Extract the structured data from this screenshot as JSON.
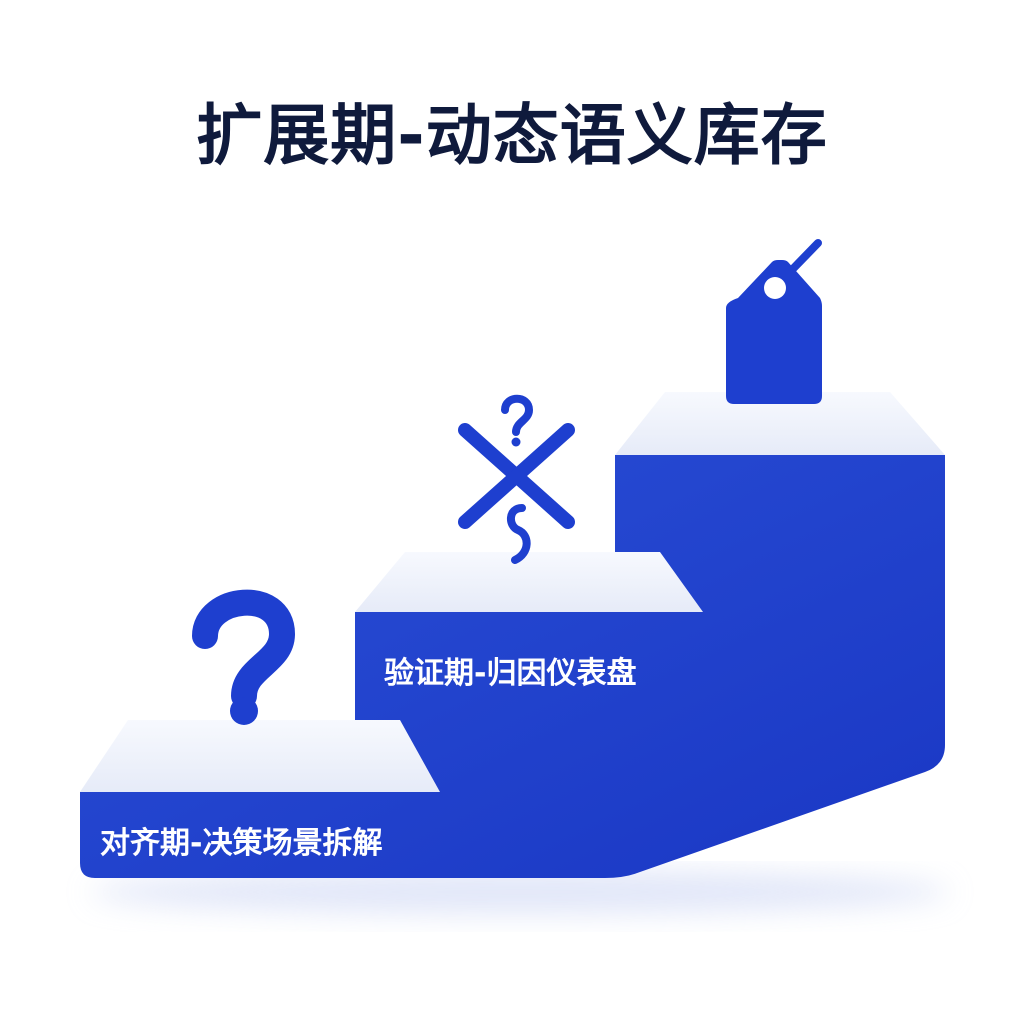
{
  "title": "扩展期-动态语义库存",
  "colors": {
    "primary_blue": "#1e3fcf",
    "title_text": "#0f1a3c",
    "step_top": "#eef2fb",
    "label_text": "#ffffff"
  },
  "steps": [
    {
      "label": "对齐期-决策场景拆解",
      "icon": "question-mark-icon"
    },
    {
      "label": "验证期-归因仪表盘",
      "icon": "crossed-wands-question-icon"
    },
    {
      "label": "",
      "icon": "tag-icon"
    }
  ]
}
